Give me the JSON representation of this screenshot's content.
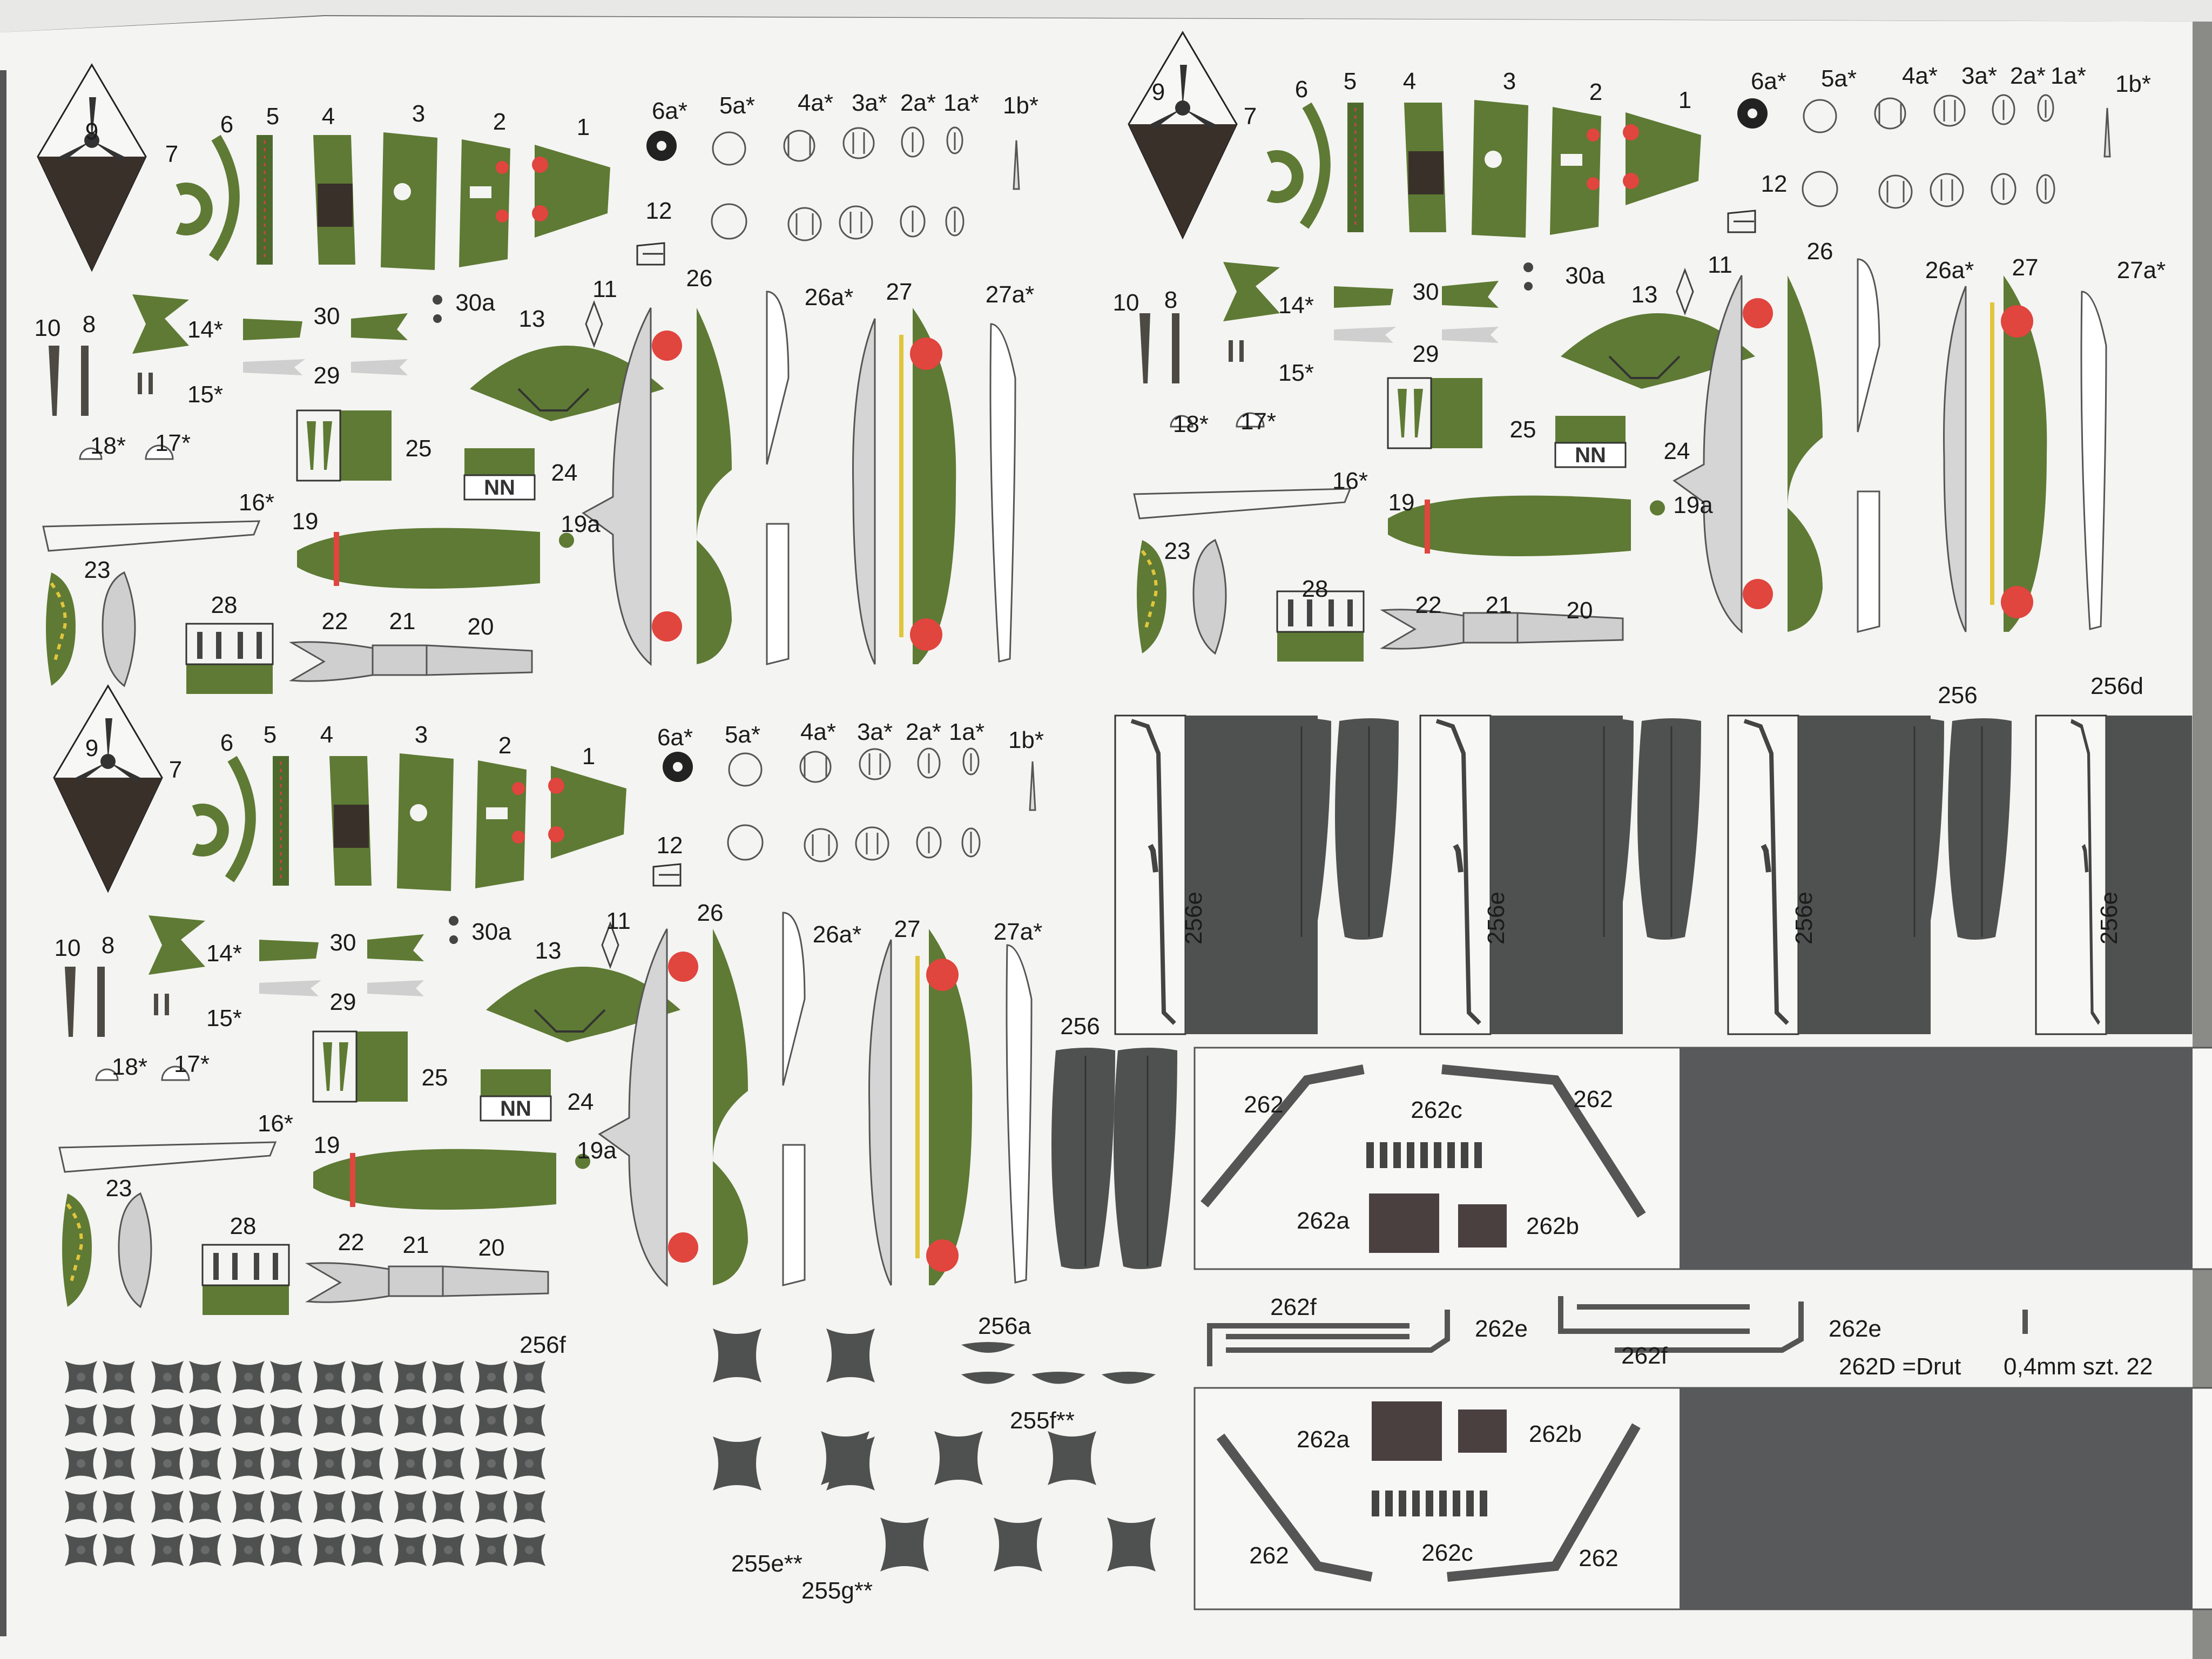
{
  "colors": {
    "olive": "#5e7a34",
    "olive_dark": "#4d6a2c",
    "grey_light": "#cfcfcf",
    "grey_dark": "#4f5150",
    "brown": "#3a302a",
    "hinomaru": "#e0453e",
    "yellow": "#e1c53c",
    "paper": "#f4f4f2",
    "background": "#6f6f6c"
  },
  "sheet": {
    "labels": {
      "l9": "9",
      "l7": "7",
      "l6": "6",
      "l5": "5",
      "l4": "4",
      "l3": "3",
      "l2": "2",
      "l1": "1",
      "l6a": "6a*",
      "l5a": "5a*",
      "l4a": "4a*",
      "l3a": "3a*",
      "l2a": "2a*",
      "l1a": "1a*",
      "l1b": "1b*",
      "l12": "12",
      "l10": "10",
      "l8": "8",
      "l14": "14*",
      "l15": "15*",
      "l30": "30",
      "l30a": "30a",
      "l29": "29",
      "l11": "11",
      "l13": "13",
      "l18": "18*",
      "l17": "17*",
      "l25": "25",
      "l24": "24",
      "l16": "16*",
      "l19": "19",
      "l19a": "19a",
      "l23": "23",
      "l28": "28",
      "l22": "22",
      "l21": "21",
      "l20": "20",
      "l26": "26",
      "l26a": "26a*",
      "l27": "27",
      "l27a": "27a*"
    },
    "wing_labels": {
      "l256": "256",
      "l256d": "256d",
      "l256e": "256e",
      "l256f": "256f",
      "l256a": "256a",
      "l255f": "255f**",
      "l255e": "255e**",
      "l255g": "255g**"
    },
    "box_labels": {
      "l262": "262",
      "l262a": "262a",
      "l262b": "262b",
      "l262c": "262c",
      "l262e": "262e",
      "l262f": "262f"
    },
    "wire_note": {
      "text": "262D =Drut",
      "spec": "0,4mm szt. 22"
    }
  }
}
